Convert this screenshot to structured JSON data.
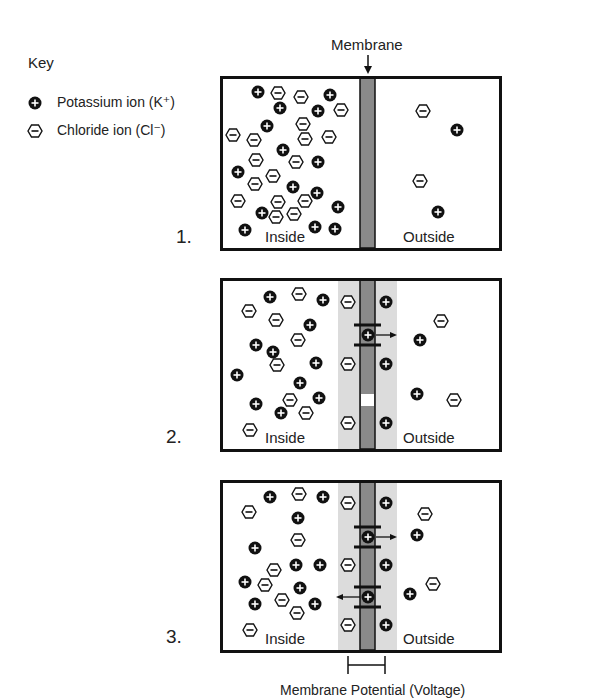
{
  "diagram": {
    "nodes": [
      {
        "text": [
          "Inside",
          "Outside"
        ]
      },
      {
        "text": [
          "Inside",
          "Outside"
        ]
      },
      {
        "text": [
          "Inside",
          "Outside"
        ]
      }
    ],
    "labels": [
      "Key",
      "Membrane",
      "1.",
      "2.",
      "3.",
      "Membrane Potential (Voltage)"
    ],
    "legend": [
      {
        "text": "Potassium ion (K⁺)"
      },
      {
        "text": "Chloride ion (Cl⁻)"
      }
    ]
  }
}
